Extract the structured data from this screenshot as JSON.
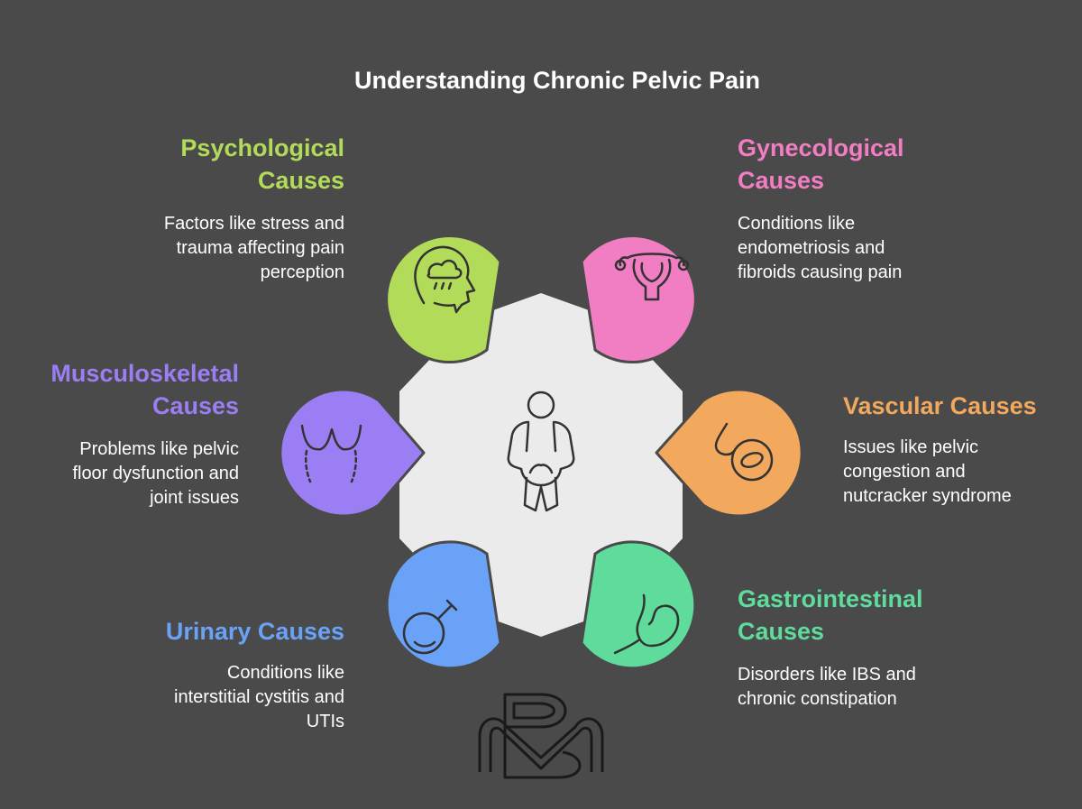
{
  "title": "Understanding Chronic Pelvic Pain",
  "colors": {
    "background": "#4a4a4a",
    "hub": "#ebebeb",
    "psychological": "#b3db5a",
    "gynecological": "#f17dc3",
    "musculoskeletal": "#9b7ef3",
    "vascular": "#f3a95d",
    "urinary": "#6aa2f8",
    "gastrointestinal": "#5fdb9c"
  },
  "center_icon": "person-pelvic-pain-icon",
  "logo": "bs-monogram-logo",
  "causes": {
    "psychological": {
      "title_line1": "Psychological",
      "title_line2": "Causes",
      "desc_line1": "Factors like stress and",
      "desc_line2": "trauma affecting pain",
      "desc_line3": "perception",
      "icon": "head-raincloud-icon"
    },
    "gynecological": {
      "title_line1": "Gynecological",
      "title_line2": "Causes",
      "desc_line1": "Conditions like",
      "desc_line2": "endometriosis and",
      "desc_line3": "fibroids causing pain",
      "icon": "uterus-icon"
    },
    "musculoskeletal": {
      "title_line1": "Musculoskeletal",
      "title_line2": "Causes",
      "desc_line1": "Problems like pelvic",
      "desc_line2": "floor dysfunction and",
      "desc_line3": "joint issues",
      "icon": "torso-muscles-icon"
    },
    "vascular": {
      "title_line1": "Vascular Causes",
      "desc_line1": "Issues like pelvic",
      "desc_line2": "congestion and",
      "desc_line3": "nutcracker syndrome",
      "icon": "blood-cell-drop-icon"
    },
    "urinary": {
      "title_line1": "Urinary Causes",
      "desc_line1": "Conditions like",
      "desc_line2": "interstitial cystitis and",
      "desc_line3": "UTIs",
      "icon": "bladder-icon"
    },
    "gastrointestinal": {
      "title_line1": "Gastrointestinal",
      "title_line2": "Causes",
      "desc_line1": "Disorders like IBS and",
      "desc_line2": "chronic constipation",
      "icon": "stomach-icon"
    }
  }
}
